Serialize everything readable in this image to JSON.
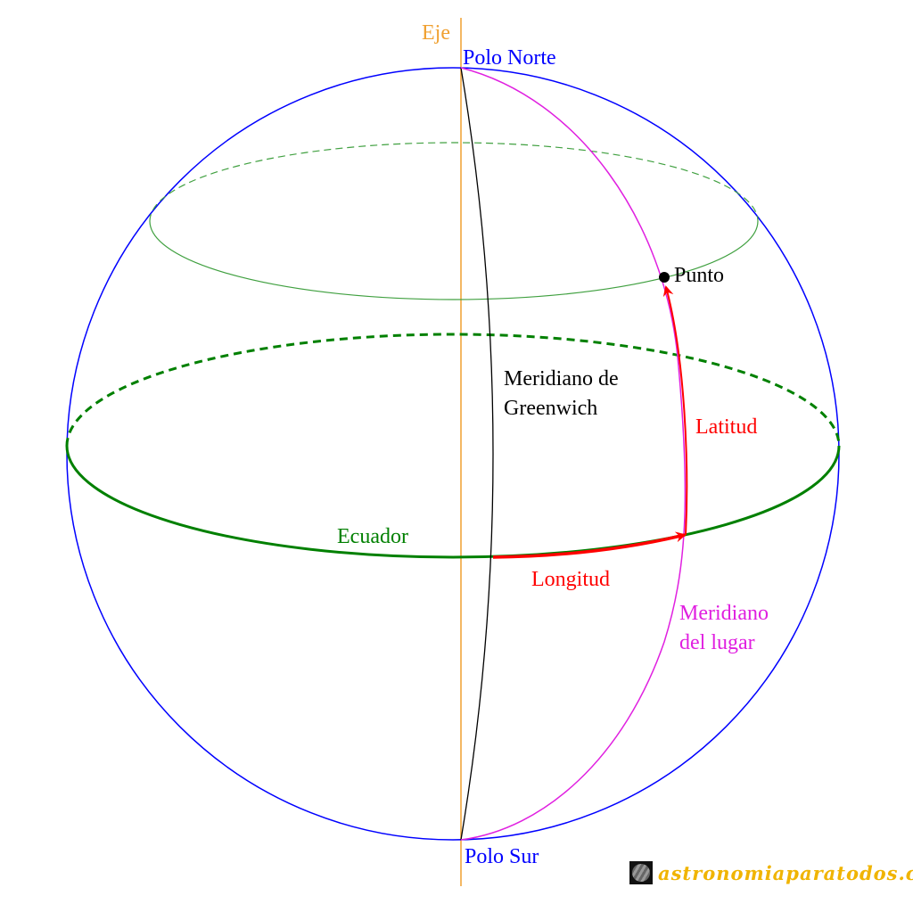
{
  "labels": {
    "axis": "Eje",
    "north_pole": "Polo Norte",
    "south_pole": "Polo Sur",
    "point": "Punto",
    "greenwich": [
      "Meridiano de",
      "Greenwich"
    ],
    "latitude": "Latitud",
    "equator": "Ecuador",
    "longitude": "Longitud",
    "local_meridian": [
      "Meridiano",
      "del lugar"
    ]
  },
  "logo": {
    "text": "astronomiaparatodos.com"
  },
  "colors": {
    "sphere": "#0000ff",
    "axis": "#f0a030",
    "equator": "#008000",
    "parallel": "#40a040",
    "greenwich": "#000000",
    "local_meridian": "#e020e0",
    "coordinate": "#ff0000"
  }
}
